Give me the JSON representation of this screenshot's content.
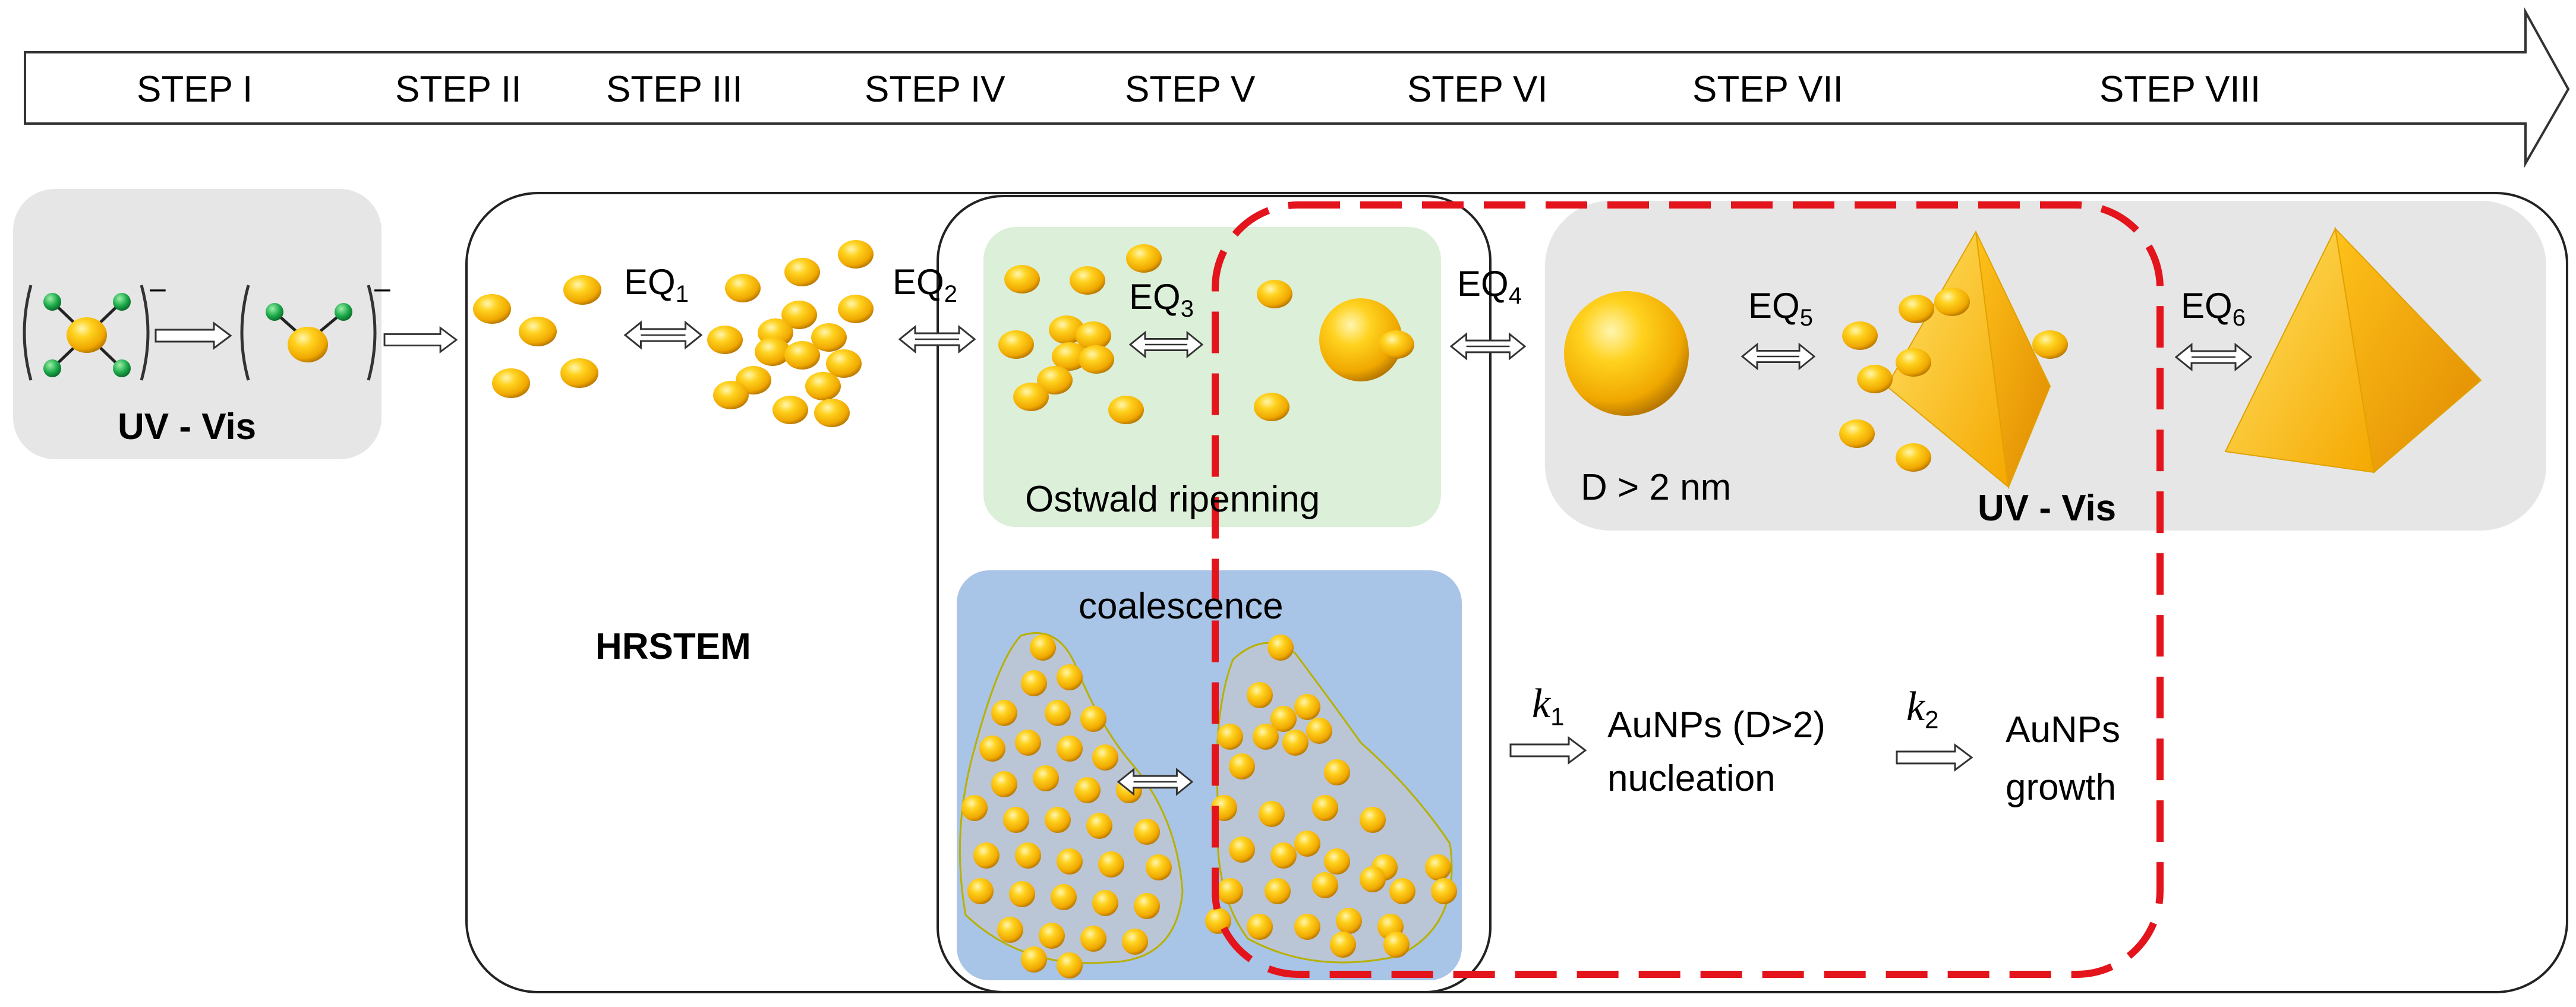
{
  "steps": [
    "STEP I",
    "STEP II",
    "STEP III",
    "STEP IV",
    "STEP V",
    "STEP VI",
    "STEP VII",
    "STEP VIII"
  ],
  "labels": {
    "uvvis_left": "UV - Vis",
    "uvvis_right": "UV - Vis",
    "hrstem": "HRSTEM",
    "ostwald": "Ostwald ripenning",
    "coalescence": "coalescence",
    "d_gt_2": "D > 2 nm",
    "nucleation_1": "AuNPs (D>2)",
    "nucleation_2": "nucleation",
    "growth_1": "AuNPs",
    "growth_2": "growth",
    "complex_charge_1": "–",
    "complex_charge_2": "–"
  },
  "equilibria": {
    "eq1": {
      "main": "EQ",
      "sub": "1"
    },
    "eq2": {
      "main": "EQ",
      "sub": "2"
    },
    "eq3": {
      "main": "EQ",
      "sub": "3"
    },
    "eq4": {
      "main": "EQ",
      "sub": "4"
    },
    "eq5": {
      "main": "EQ",
      "sub": "5"
    },
    "eq6": {
      "main": "EQ",
      "sub": "6"
    }
  },
  "rates": {
    "k1": {
      "main": "k",
      "sub": "1"
    },
    "k2": {
      "main": "k",
      "sub": "2"
    }
  },
  "colors": {
    "gold": "#f2b705",
    "gold_dark": "#c98b00",
    "green_atom": "#19a34a",
    "gray_panel": "#e6e6e6",
    "green_panel": "#dcefd8",
    "blue_panel": "#a8c4e6",
    "red_dash": "#e3141b"
  }
}
